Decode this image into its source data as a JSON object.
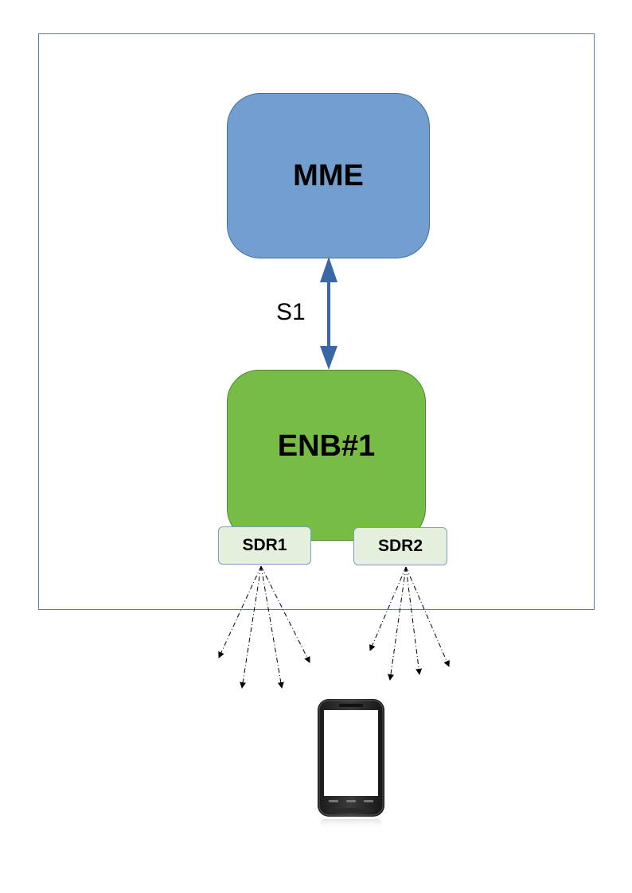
{
  "diagram": {
    "mme": {
      "label": "MME",
      "fill": "#729fcf"
    },
    "enb": {
      "label": "ENB#1",
      "fill": "#77bc45"
    },
    "link": {
      "label": "S1",
      "color": "#3a67a5"
    },
    "sdr1": {
      "label": "SDR1",
      "fill": "#e4efdc"
    },
    "sdr2": {
      "label": "SDR2",
      "fill": "#e4efdc"
    },
    "device": {
      "icon": "mobile-phone-icon"
    }
  }
}
